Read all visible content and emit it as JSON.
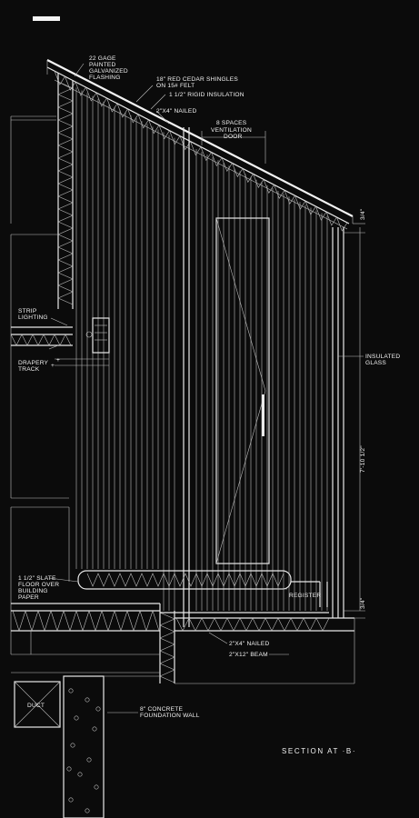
{
  "labels": {
    "flashing_1": "22 GAGE",
    "flashing_2": "PAINTED",
    "flashing_3": "GALVANIZED",
    "flashing_4": "FLASHING",
    "shingles_1": "18\" RED CEDAR SHINGLES",
    "shingles_2": "ON 15# FELT",
    "rigid_insulation": "1 1/2\" RIGID INSULATION",
    "nailed_top": "2\"X4\" NAILED",
    "spaces": "8 SPACES",
    "ventilation_1": "VENTILATION",
    "ventilation_2": "DOOR",
    "strip_1": "STRIP",
    "strip_2": "LIGHTING",
    "drapery_1": "DRAPERY",
    "drapery_2": "TRACK",
    "insulated_1": "INSULATED",
    "insulated_2": "GLASS",
    "dim_height": "7'-10 1/2\"",
    "dim_top": "3/4\"",
    "dim_bottom": "3/4\"",
    "slate_1": "1 1/2\" SLATE",
    "slate_2": "FLOOR OVER",
    "slate_3": "BUILDING",
    "slate_4": "PAPER",
    "register": "REGISTER",
    "nailed_bottom": "2\"X4\" NAILED",
    "beam": "2\"X12\" BEAM",
    "duct": "DUCT",
    "foundation_1": "8\" CONCRETE",
    "foundation_2": "FOUNDATION WALL",
    "section_title": "SECTION AT ·B·"
  }
}
